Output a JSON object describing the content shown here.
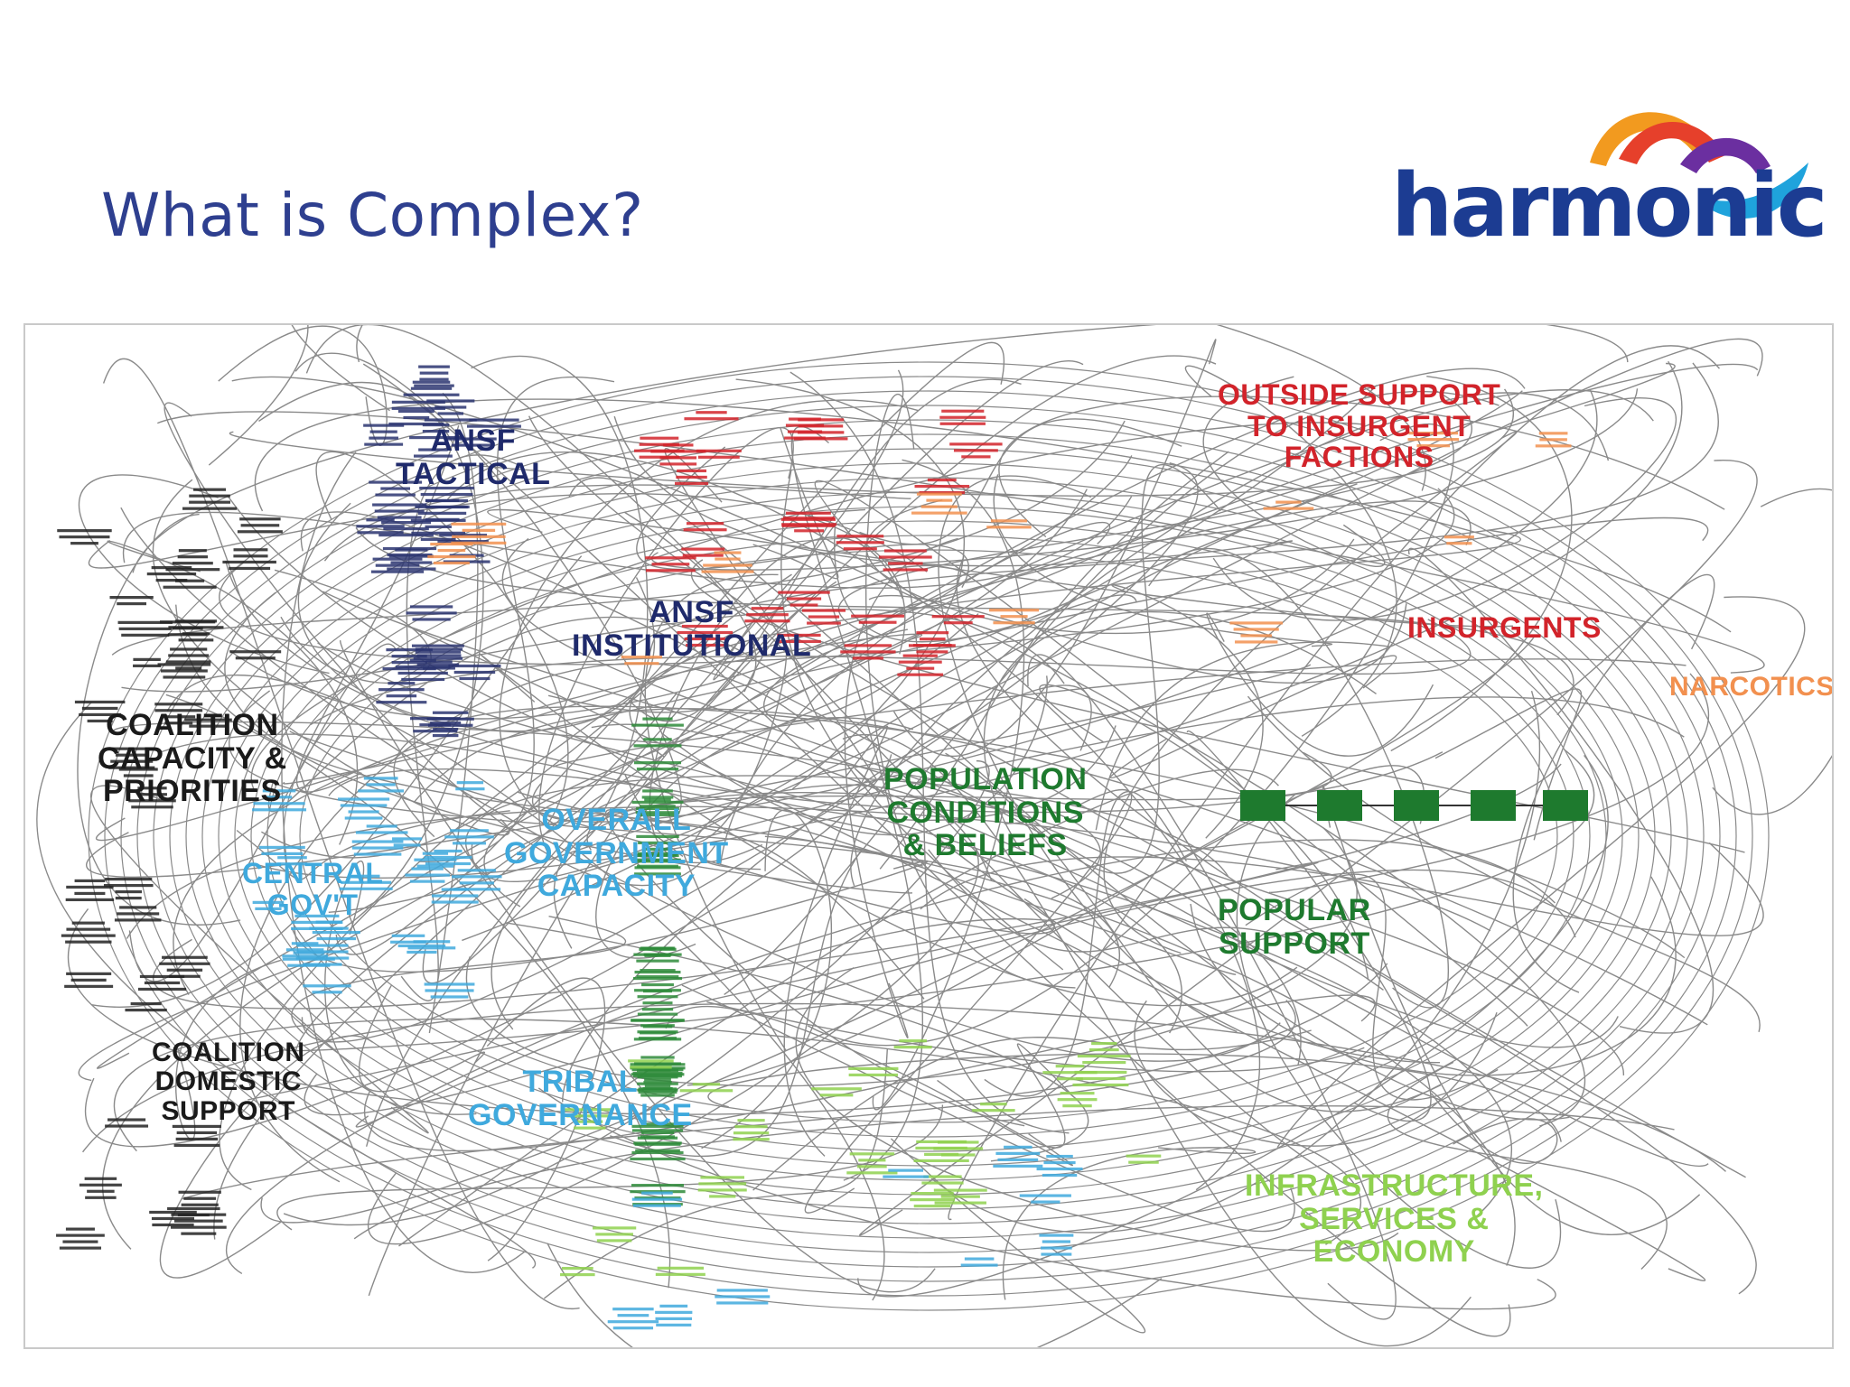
{
  "slide": {
    "title": "What is Complex?"
  },
  "logo": {
    "text": "harmonic",
    "colors": {
      "text": "#1c3c92",
      "arc_red": "#e6402b",
      "arc_orange": "#f29a1f",
      "arc_purple": "#6b2fa0",
      "wave_blue": "#1fa3dc"
    }
  },
  "diagram": {
    "clusters": [
      {
        "id": "ansf-tactical",
        "label": "ANSF\nTACTICAL",
        "color": "#1f2a6b"
      },
      {
        "id": "ansf-institutional",
        "label": "ANSF\nINSTITUTIONAL",
        "color": "#1f2a6b"
      },
      {
        "id": "outside-support",
        "label": "OUTSIDE SUPPORT\nTO INSURGENT\nFACTIONS",
        "color": "#d2232a"
      },
      {
        "id": "insurgents",
        "label": "INSURGENTS",
        "color": "#d2232a"
      },
      {
        "id": "narcotics",
        "label": "NARCOTICS",
        "color": "#f2904f"
      },
      {
        "id": "coalition-capacity",
        "label": "COALITION\nCAPACITY &\nPRIORITIES",
        "color": "#1a1a1a"
      },
      {
        "id": "overall-government",
        "label": "OVERALL\nGOVERNMENT\nCAPACITY",
        "color": "#3fa9dd"
      },
      {
        "id": "central-govt",
        "label": "CENTRAL\nGOV'T",
        "color": "#3fa9dd"
      },
      {
        "id": "population-conditions",
        "label": "POPULATION\nCONDITIONS\n& BELIEFS",
        "color": "#1e7a2e"
      },
      {
        "id": "popular-support",
        "label": "POPULAR\nSUPPORT",
        "color": "#1e7a2e"
      },
      {
        "id": "coalition-domestic",
        "label": "COALITION\nDOMESTIC\nSUPPORT",
        "color": "#1a1a1a"
      },
      {
        "id": "tribal-governance",
        "label": "TRIBAL\nGOVERNANCE",
        "color": "#3fa9dd"
      },
      {
        "id": "infrastructure",
        "label": "INFRASTRUCTURE,\nSERVICES &\nECONOMY",
        "color": "#8fd14f"
      }
    ],
    "colors": {
      "edge": "#8a8a8a",
      "node_dark": "#2a3470",
      "node_red": "#d2232a",
      "node_blue": "#3fa9dd",
      "node_green": "#2e8b3a",
      "node_light_green": "#8fd14f",
      "node_orange": "#f2904f",
      "node_black": "#222222",
      "support_box": "#1e7a2e"
    }
  }
}
